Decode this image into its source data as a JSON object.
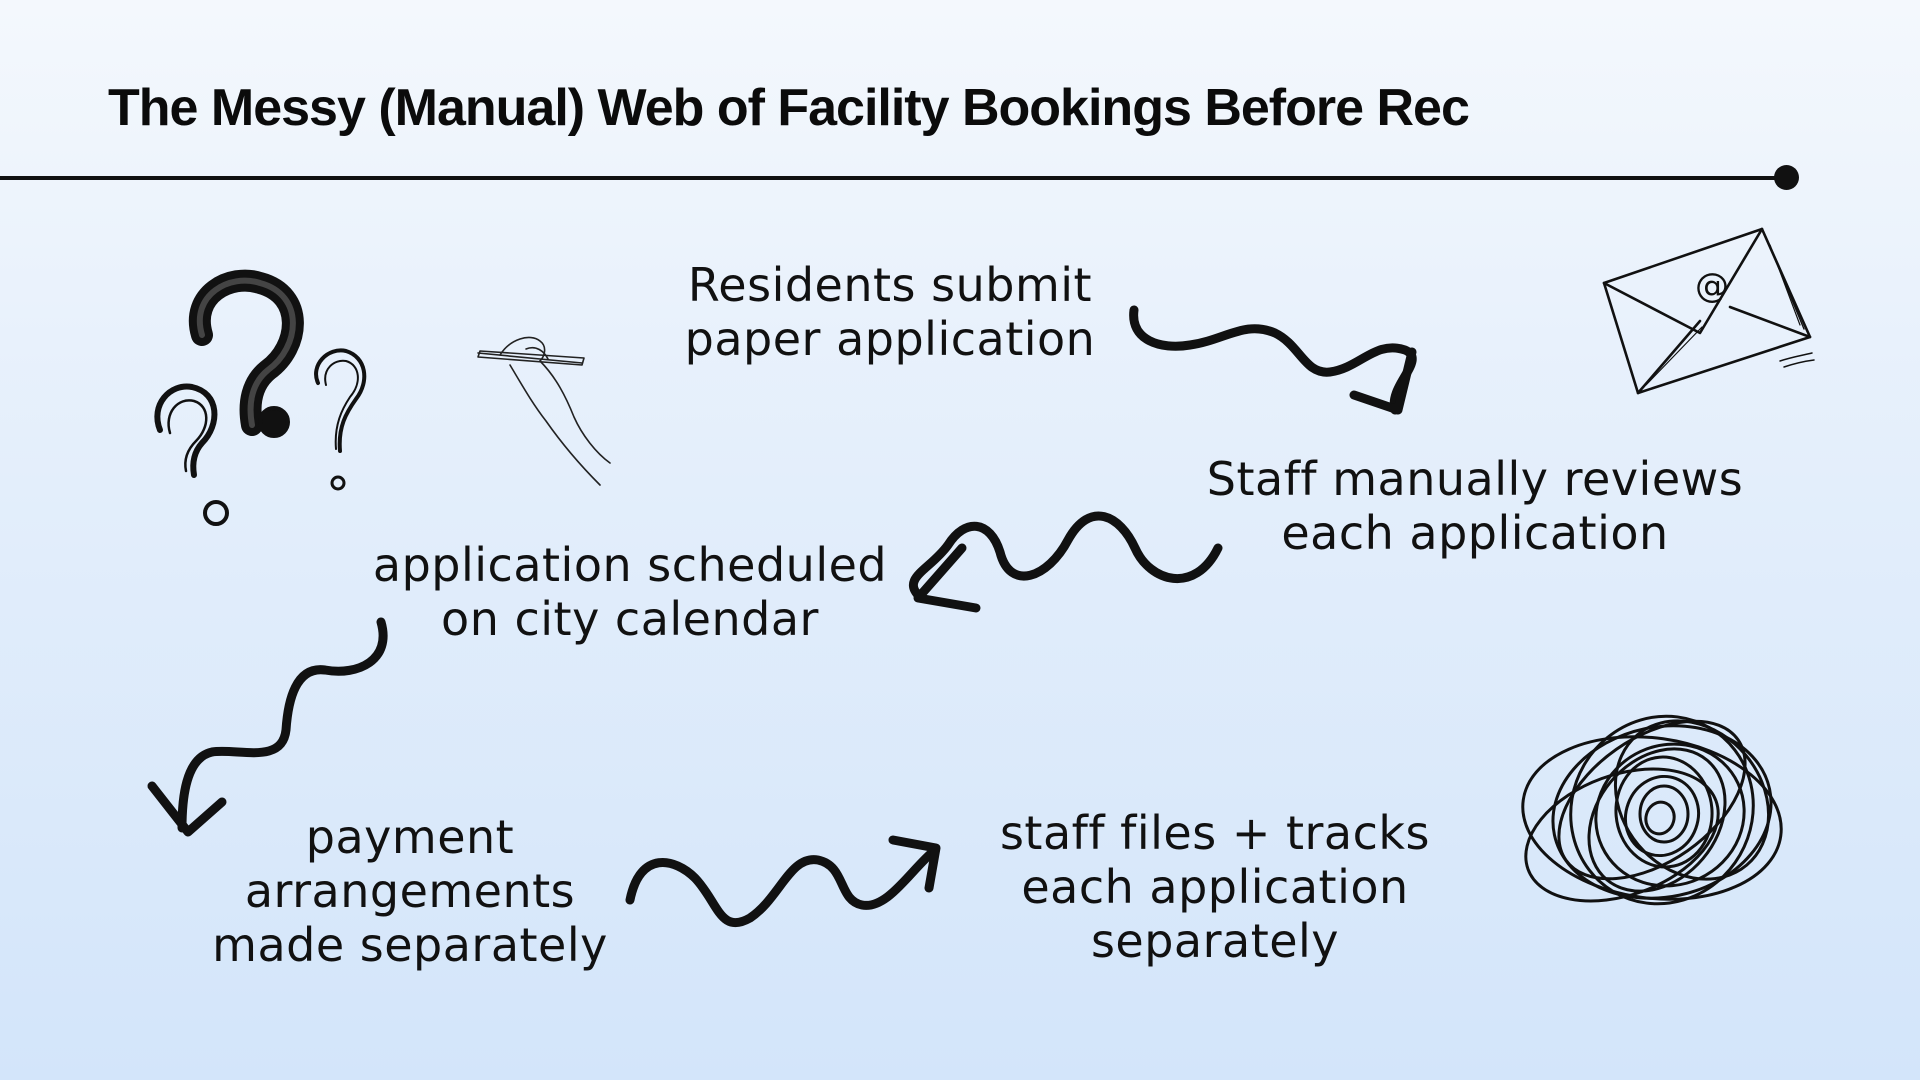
{
  "title": "The Messy (Manual) Web of Facility Bookings Before Rec",
  "steps": {
    "submit": "Residents submit\npaper application",
    "review": "Staff manually reviews\neach application",
    "schedule": "application scheduled\non city calendar",
    "payment": "payment\narrangements\nmade separately",
    "track": "staff files + tracks\neach application\nseparately"
  },
  "envelope_symbol": "@",
  "icons": [
    "question-marks-icon",
    "writing-hand-icon",
    "envelope-icon",
    "scribble-icon"
  ],
  "colors": {
    "ink": "#111111",
    "background_top": "#f4f8fd",
    "background_bottom": "#d3e5fa"
  }
}
